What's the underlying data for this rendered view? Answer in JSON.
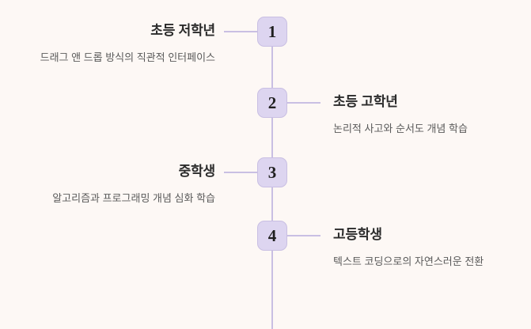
{
  "theme": {
    "background": "#fdf8f5",
    "spine_color": "#c9bfe3",
    "badge_fill": "#ddd5f0",
    "badge_border": "#c9bfe3",
    "badge_number_color": "#1f1f1f",
    "title_color": "#2b2b2b",
    "desc_color": "#5a5a5a"
  },
  "timeline": {
    "steps": [
      {
        "number": "1",
        "title": "초등 저학년",
        "description": "드래그 앤 드롭 방식의 직관적 인터페이스",
        "side": "left"
      },
      {
        "number": "2",
        "title": "초등 고학년",
        "description": "논리적 사고와 순서도 개념 학습",
        "side": "right"
      },
      {
        "number": "3",
        "title": "중학생",
        "description": "알고리즘과 프로그래밍 개념 심화 학습",
        "side": "left"
      },
      {
        "number": "4",
        "title": "고등학생",
        "description": "텍스트 코딩으로의 자연스러운 전환",
        "side": "right"
      }
    ]
  }
}
